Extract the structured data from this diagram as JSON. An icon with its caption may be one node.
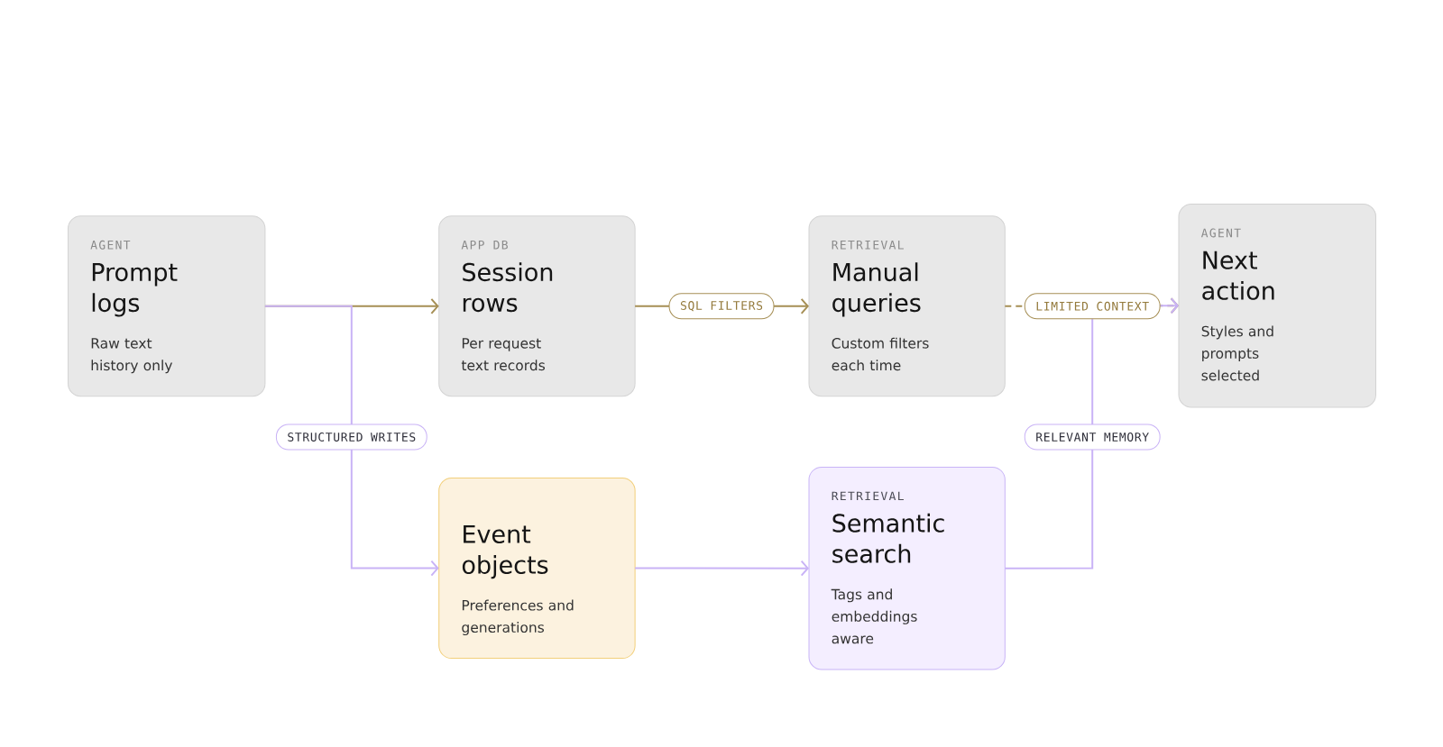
{
  "diagram": {
    "nodes": [
      {
        "text": [
          "AGENT",
          "Prompt logs",
          "Raw text history only"
        ]
      },
      {
        "text": [
          "APP DB",
          "Session rows",
          "Per request text records"
        ]
      },
      {
        "text": [
          "RETRIEVAL",
          "Manual queries",
          "Custom filters each time"
        ]
      },
      {
        "text": [
          "AGENT",
          "Next action",
          "Styles and prompts selected"
        ]
      },
      {
        "text": [
          "Event objects",
          "Preferences and generations"
        ]
      },
      {
        "text": [
          "RETRIEVAL",
          "Semantic search",
          "Tags and embeddings aware"
        ]
      }
    ],
    "edges": [
      {
        "from": 0,
        "to": 1,
        "arrow": "to",
        "color": "#a68f55"
      },
      {
        "from": 0,
        "to": 4,
        "arrow": "to",
        "label": "STRUCTURED WRITES",
        "color": "#c9b3f6"
      },
      {
        "from": 1,
        "to": 2,
        "arrow": "to",
        "label": "SQL FILTERS",
        "color": "#a68f55"
      },
      {
        "from": 2,
        "to": 3,
        "arrow": "to",
        "label": "LIMITED CONTEXT",
        "style": "dashed",
        "color": "#a68f55"
      },
      {
        "from": 4,
        "to": 5,
        "arrow": "to",
        "color": "#c9b3f6"
      },
      {
        "from": 5,
        "to": 3,
        "arrow": "to",
        "label": "RELEVANT MEMORY",
        "color": "#c9b3f6"
      }
    ]
  }
}
